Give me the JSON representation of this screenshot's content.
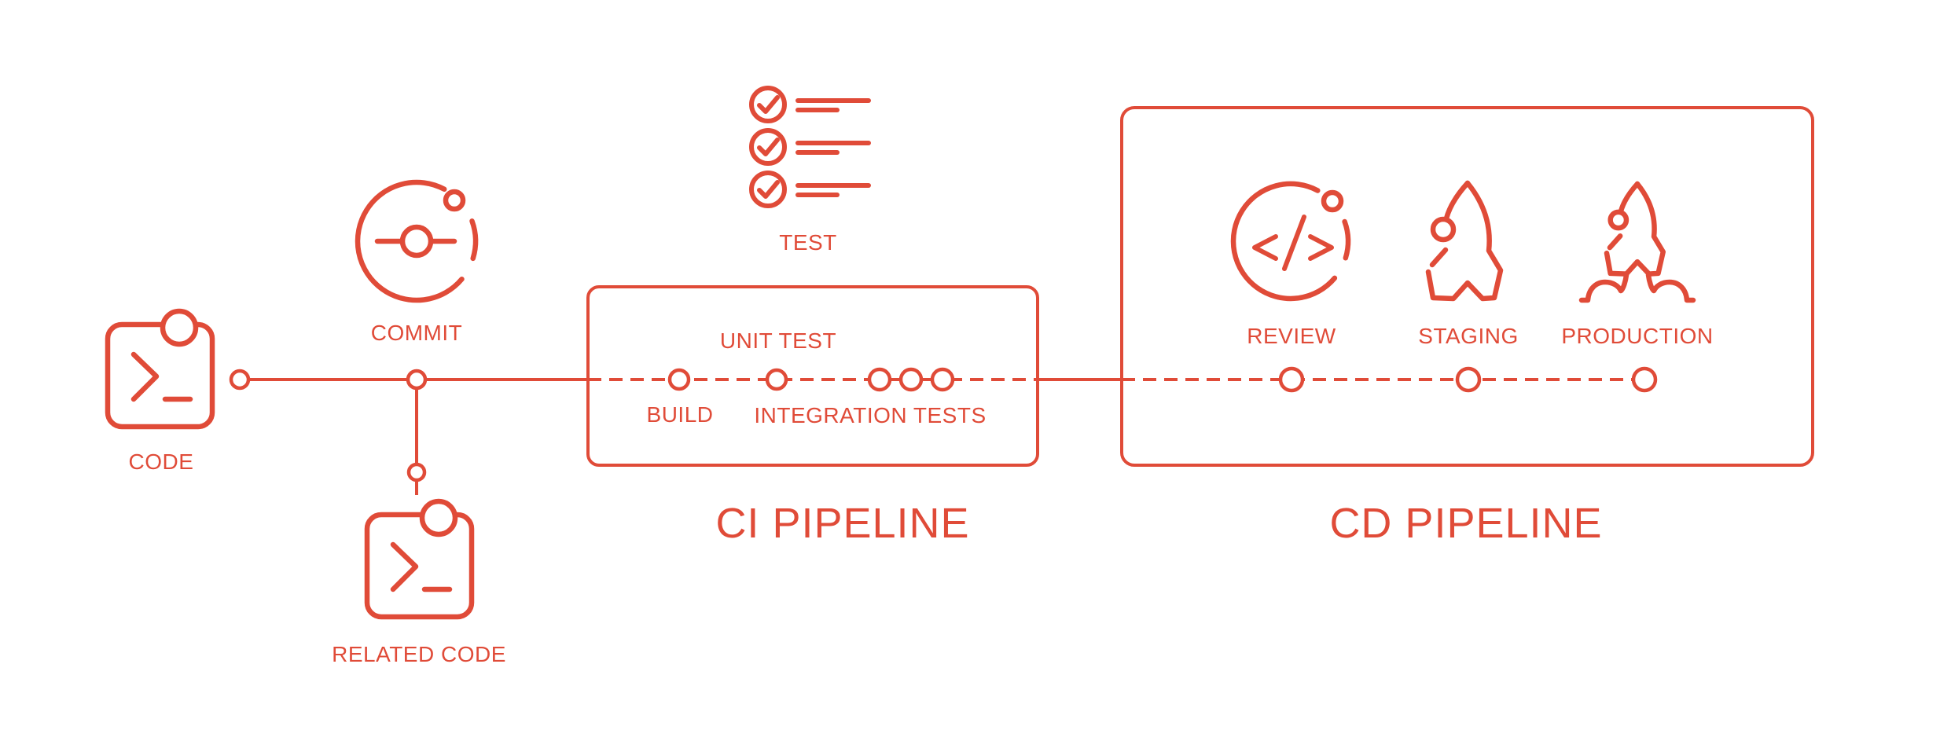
{
  "colors": {
    "accent": "#E04B38",
    "background": "#FFFFFF"
  },
  "stages": {
    "code": "CODE",
    "commit": "COMMIT",
    "related_code": "RELATED CODE",
    "test": "TEST",
    "build": "BUILD",
    "unit_test": "UNIT TEST",
    "integration_tests": "INTEGRATION TESTS",
    "review": "REVIEW",
    "staging": "STAGING",
    "production": "PRODUCTION"
  },
  "sections": {
    "ci": "CI PIPELINE",
    "cd": "CD PIPELINE"
  },
  "icons": {
    "code": "terminal-window-icon",
    "commit": "git-commit-orbit-icon",
    "test": "checklist-icon",
    "review": "code-review-icon",
    "staging": "rocket-icon",
    "production": "rocket-launch-icon"
  }
}
